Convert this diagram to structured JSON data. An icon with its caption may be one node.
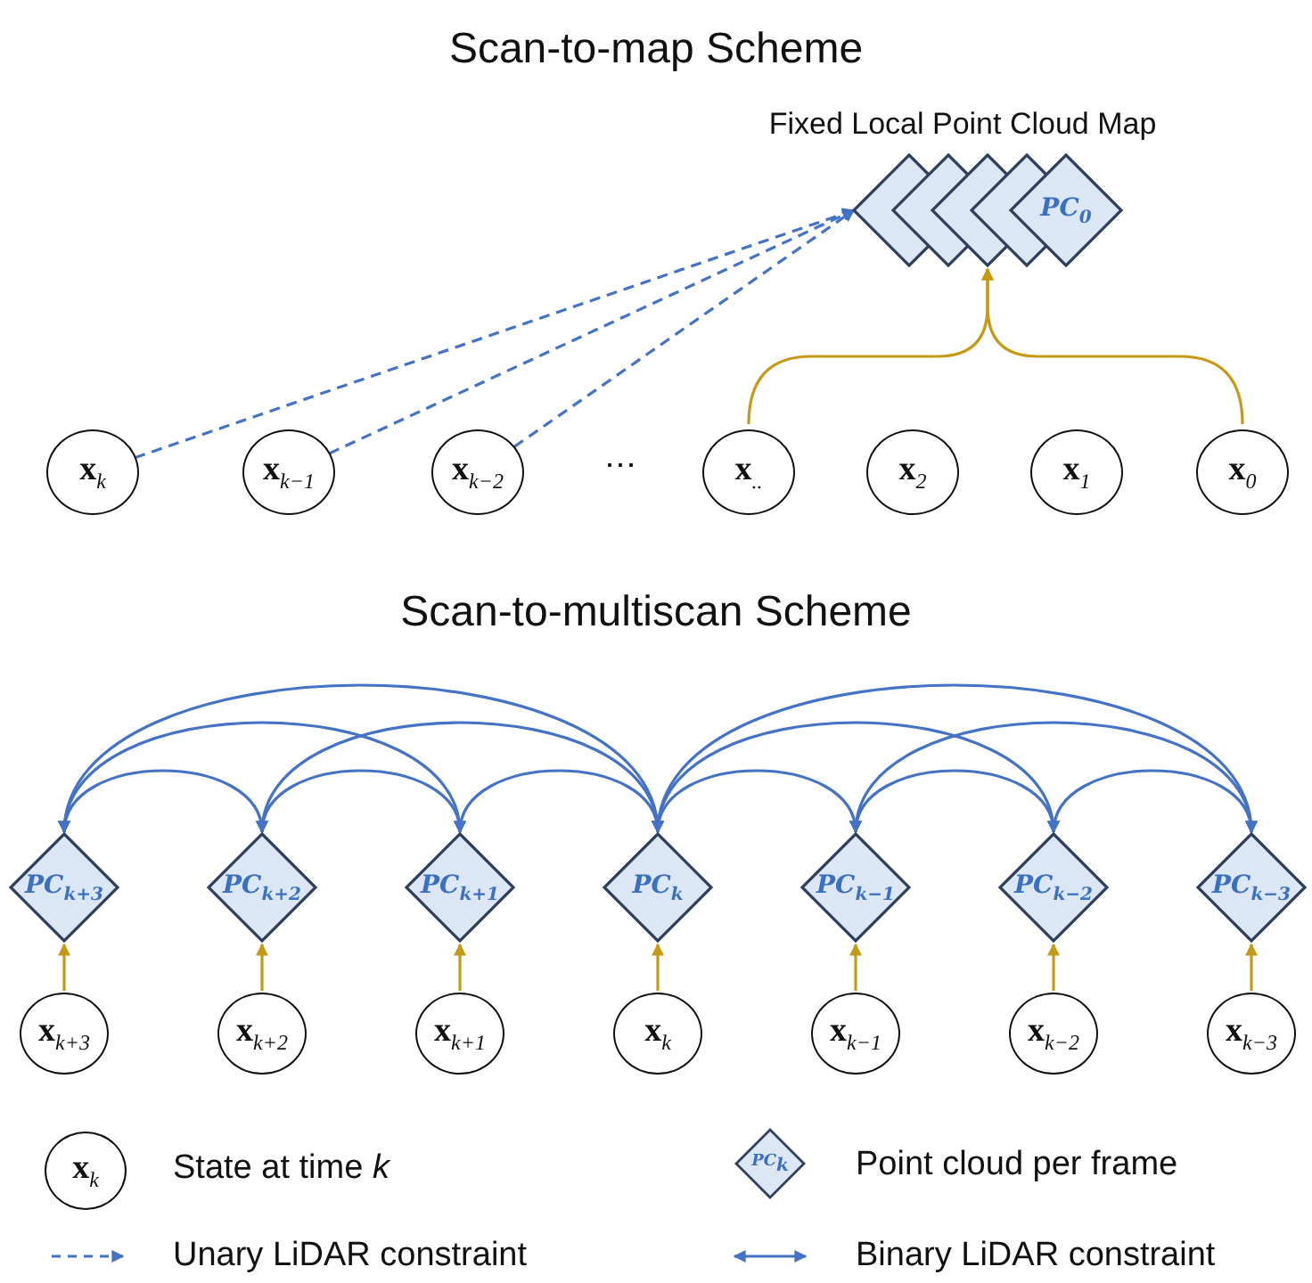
{
  "diagram": {
    "nodes": [
      {
        "text": [
          "Fixed Local Point Cloud Map",
          "PC$_{0}$"
        ]
      },
      {
        "text": [
          "**x**$_{k}$"
        ]
      },
      {
        "text": [
          "**x**$_{k−1}$"
        ]
      },
      {
        "text": [
          "**x**$_{k−2}$"
        ]
      },
      {
        "text": [
          "**x**$_{..}$"
        ]
      },
      {
        "text": [
          "**x**$_{2}$"
        ]
      },
      {
        "text": [
          "**x**$_{1}$"
        ]
      },
      {
        "text": [
          "**x**$_{0}$"
        ]
      },
      {
        "text": [
          "PC$_{k+3}$"
        ]
      },
      {
        "text": [
          "PC$_{k+2}$"
        ]
      },
      {
        "text": [
          "PC$_{k+1}$"
        ]
      },
      {
        "text": [
          "PC$_{k}$"
        ]
      },
      {
        "text": [
          "PC$_{k−1}$"
        ]
      },
      {
        "text": [
          "PC$_{k−2}$"
        ]
      },
      {
        "text": [
          "PC$_{k−3}$"
        ]
      },
      {
        "text": [
          "**x**$_{k+3}$"
        ]
      },
      {
        "text": [
          "**x**$_{k+2}$"
        ]
      },
      {
        "text": [
          "**x**$_{k+1}$"
        ]
      },
      {
        "text": [
          "**x**$_{k}$"
        ]
      },
      {
        "text": [
          "**x**$_{k−1}$"
        ]
      },
      {
        "text": [
          "**x**$_{k−2}$"
        ]
      },
      {
        "text": [
          "**x**$_{k−3}$"
        ]
      }
    ],
    "edges": [
      {
        "from": 1,
        "to": 0,
        "arrow": "to",
        "style": "dashed"
      },
      {
        "from": 2,
        "to": 0,
        "arrow": "to",
        "style": "dashed"
      },
      {
        "from": 3,
        "to": 0,
        "arrow": "to",
        "style": "dashed"
      },
      {
        "from": 4,
        "to": 0,
        "arrow": "to",
        "color": "#c49a16"
      },
      {
        "from": 7,
        "to": 0,
        "arrow": "to",
        "color": "#c49a16"
      },
      {
        "from": 8,
        "to": 9,
        "arrow": "both"
      },
      {
        "from": 8,
        "to": 10,
        "arrow": "both"
      },
      {
        "from": 8,
        "to": 11,
        "arrow": "both"
      },
      {
        "from": 9,
        "to": 10,
        "arrow": "both"
      },
      {
        "from": 9,
        "to": 11,
        "arrow": "both"
      },
      {
        "from": 10,
        "to": 11,
        "arrow": "both"
      },
      {
        "from": 11,
        "to": 12,
        "arrow": "both"
      },
      {
        "from": 11,
        "to": 13,
        "arrow": "both"
      },
      {
        "from": 11,
        "to": 14,
        "arrow": "both"
      },
      {
        "from": 12,
        "to": 13,
        "arrow": "both"
      },
      {
        "from": 12,
        "to": 14,
        "arrow": "both"
      },
      {
        "from": 13,
        "to": 14,
        "arrow": "both"
      },
      {
        "from": 15,
        "to": 8,
        "arrow": "to",
        "color": "#c49a16"
      },
      {
        "from": 16,
        "to": 9,
        "arrow": "to",
        "color": "#c49a16"
      },
      {
        "from": 17,
        "to": 10,
        "arrow": "to",
        "color": "#c49a16"
      },
      {
        "from": 18,
        "to": 11,
        "arrow": "to",
        "color": "#c49a16"
      },
      {
        "from": 19,
        "to": 12,
        "arrow": "to",
        "color": "#c49a16"
      },
      {
        "from": 20,
        "to": 13,
        "arrow": "to",
        "color": "#c49a16"
      },
      {
        "from": 21,
        "to": 14,
        "arrow": "to",
        "color": "#c49a16"
      }
    ],
    "labels": [
      "Scan-to-map Scheme",
      "⋯",
      "Scan-to-multiscan Scheme",
      "**x**$_{k}$",
      "PC$_{k}$"
    ],
    "legend": [
      {
        "text": "State at time *k*"
      },
      {
        "text": "Point cloud per frame"
      },
      {
        "text": "Unary LiDAR constraint"
      },
      {
        "text": "Binary LiDAR constraint"
      }
    ]
  }
}
